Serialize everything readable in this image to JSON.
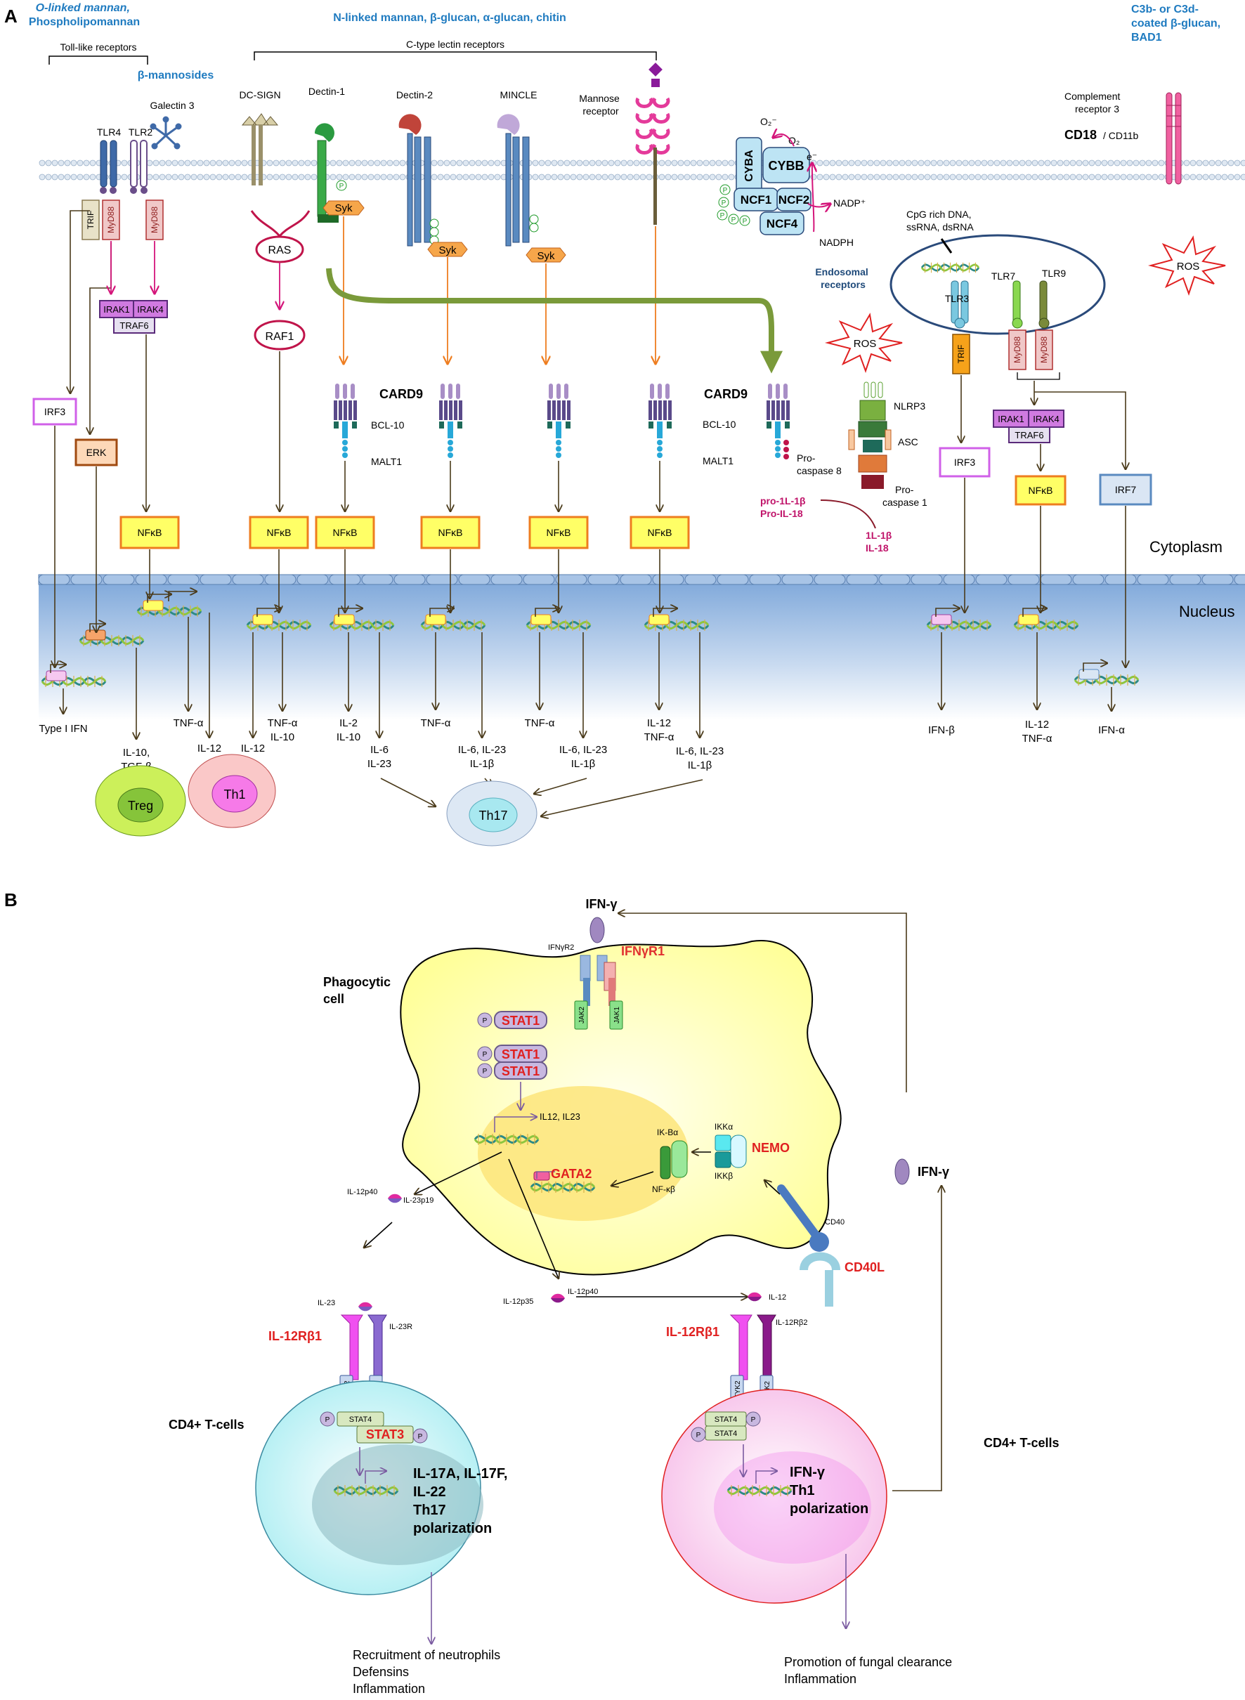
{
  "panel_a": {
    "letter": "A",
    "ligand_tlr": [
      "O-linked mannan,",
      "Phospholipomannan"
    ],
    "ligand_clr": "N-linked mannan, β-glucan, α-glucan, chitin",
    "ligand_cr3": [
      "C3b- or C3d-",
      "coated β-glucan,",
      "BAD1"
    ],
    "beta_mannosides": "β-mannosides",
    "group_tlr": "Toll-like receptors",
    "group_clr": "C-type lectin receptors",
    "galectin": "Galectin 3",
    "tlr4": "TLR4",
    "tlr2": "TLR2",
    "dcsign": "DC-SIGN",
    "dectin1": "Dectin-1",
    "dectin2": "Dectin-2",
    "mincle": "MINCLE",
    "mannose_receptor": [
      "Mannose",
      "receptor"
    ],
    "cr3": [
      "Complement",
      "receptor 3"
    ],
    "cd18": "CD18",
    "cd11b": "/ CD11b",
    "trif": "TRIF",
    "myd88": "MyD88",
    "irak1": "IRAK1",
    "irak4": "IRAK4",
    "traf6": "TRAF6",
    "ras": "RAS",
    "raf1": "RAF1",
    "syk": "Syk",
    "p": "P",
    "irf3": "IRF3",
    "erk": "ERK",
    "nfkb": "NFκB",
    "irf7": "IRF7",
    "card9": "CARD9",
    "bcl10": "BCL-10",
    "malt1": "MALT1",
    "procasp8": [
      "Pro-",
      "caspase 8"
    ],
    "pro_il": [
      "pro-1L-1β",
      "Pro-IL-18"
    ],
    "mature_il": [
      "1L-1β",
      "IL-18"
    ],
    "nlrp3": "NLRP3",
    "asc": "ASC",
    "procasp1": [
      "Pro-",
      "caspase 1"
    ],
    "ros": "ROS",
    "cyba": "CYBA",
    "cybb": "CYBB",
    "ncf1": "NCF1",
    "ncf2": "NCF2",
    "ncf4": "NCF4",
    "o2minus": "O₂⁻",
    "o2": "O₂",
    "eminus": "e⁻",
    "nadp": "NADP⁺",
    "nadph": "NADPH",
    "cpg": [
      "CpG rich DNA,",
      "ssRNA, dsRNA"
    ],
    "endosomal": [
      "Endosomal",
      "receptors"
    ],
    "tlr3": "TLR3",
    "tlr7": "TLR7",
    "tlr9": "TLR9",
    "cytoplasm": "Cytoplasm",
    "nucleus": "Nucleus",
    "out_type1ifn": "Type I IFN",
    "out_il10tgf": [
      "IL-10,",
      "TGF-β"
    ],
    "out_tnfa": "TNF-α",
    "out_il12": "IL-12",
    "out_tnfa_il10": [
      "TNF-α",
      "IL-10"
    ],
    "out_il2_il10": [
      "IL-2",
      "IL-10"
    ],
    "out_il6_il23": [
      "IL-6",
      "IL-23"
    ],
    "out_il6_il23_il1b": [
      "IL-6, IL-23",
      "IL-1β"
    ],
    "out_il12_tnfa": [
      "IL-12",
      "TNF-α"
    ],
    "out_ifnb": "IFN-β",
    "out_ifna": "IFN-α",
    "treg": "Treg",
    "th1": "Th1",
    "th17": "Th17"
  },
  "panel_b": {
    "letter": "B",
    "ifng": "IFN-γ",
    "ifngr1": "IFNγR1",
    "ifngr2": "IFNγR2",
    "jak1": "JAK1",
    "jak2": "JAK2",
    "phagocytic": [
      "Phagocytic",
      "cell"
    ],
    "stat1": "STAT1",
    "p": "P",
    "il12_il23": "IL12, IL23",
    "gata2": "GATA2",
    "ikba": "IK-Bα",
    "nfkb": "NF-κβ",
    "ikka": "IKKα",
    "ikkb": "IKKβ",
    "nemo": "NEMO",
    "cd40": "CD40",
    "cd40l": "CD40L",
    "il12p40": "IL-12p40",
    "il23p19": "IL-23p19",
    "il12p35": "IL-12p35",
    "il23": "IL-23",
    "il23r": "IL-23R",
    "il12": "IL-12",
    "il12rb2": "IL-12Rβ2",
    "il12rb1": "IL-12Rβ1",
    "tyk2": "TYK2",
    "stat4": "STAT4",
    "stat3": "STAT3",
    "cd4": "CD4+ T-cells",
    "th17_out": [
      "IL-17A, IL-17F,",
      "IL-22",
      "Th17",
      "polarization"
    ],
    "th1_out": [
      "IFN-γ",
      "Th1",
      "polarization"
    ],
    "left_result": [
      "Recruitment of neutrophils",
      "Defensins",
      "Inflammation"
    ],
    "right_result": [
      "Promotion of fungal clearance",
      "Inflammation"
    ]
  }
}
